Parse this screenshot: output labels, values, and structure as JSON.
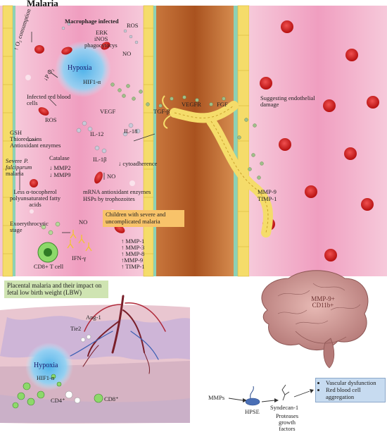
{
  "title": "Malaria",
  "top": {
    "macrophage_infected": "Macrophage infected",
    "ros_top": "ROS",
    "erk": "ERK",
    "inos": "iNOS",
    "phagocytocys": "phagocytocys",
    "no_top": "NO",
    "o2_consumption": "↑ O₂ consumption",
    "o2_down": "↓P O₂",
    "hypoxia": "Hypoxia",
    "hif1a": "HIF1-α",
    "infected_rbc": "Infected red blood cells",
    "ros_mid": "ROS",
    "gsh": "GSH",
    "thioredoxins": "Thioredoxins",
    "antioxidant_enzymes": "Antioxidant enzymes",
    "vegf": "VEGF",
    "il12": "IL-12",
    "il18": "IL-18",
    "il1b": "IL-1β",
    "tgfb": "TGF-β",
    "vegfr": "VEGFR",
    "fgf": "FGF",
    "endothelial_damage": "Suggesting endothelial damage",
    "severe_malaria_1": "Severe",
    "severe_malaria_2": "P.",
    "severe_malaria_3": "falciparum",
    "severe_malaria_4": "malaria",
    "catalase": "Catalase",
    "mmp2": "↓ MMP2",
    "mmp9_down": "↓ MMP9",
    "less_tocopherol": "Less α-tocopherol polyunsaturated fatty acids",
    "cytoadherence": "↓ cytoadherence",
    "no_mid": "NO",
    "mrna_antioxidant": "mRNA antioxidant enzymes",
    "hsps": "HSPs by trophozoites",
    "mmp9_right": "MMP-9",
    "timp1_right": "TIMP-1",
    "exoerythrocytic": "Exoerythrocytic stage",
    "no_low": "NO",
    "children_box": "Children with severe and uncomplicated malaria",
    "cd8_tcell": "CD8+ T cell",
    "ifng": "IFN-γ",
    "mmp_list": [
      "↑ MMP-1",
      "↑ MMP-3",
      "↑ MMP-8",
      "↑MMP-9",
      "↑ TIMP-1"
    ]
  },
  "bottom": {
    "placental_box": "Placental malaria and their impact on fetal low birth weight (LBW)",
    "ang1": "Ang-1",
    "tie2": "Tie2",
    "hypoxia": "Hypoxia",
    "hif1a": "HIF1-α",
    "cd4": "CD4⁺",
    "cd8": "CD8⁺",
    "brain_label_1": "MMP-9+",
    "brain_label_2": "CD11b+",
    "mmps": "MMPs",
    "hpse": "HPSE",
    "syndecan": "Syndecan-1",
    "proteases": "Proteases",
    "growth": "growth",
    "factors": "factors",
    "vasc_1": "Vascular dysfunction",
    "vasc_2": "Red blood cell aggregation"
  },
  "colors": {
    "vessel_pink": "#f3b7cf",
    "membrane_yellow": "#f5dc6a",
    "tissue_brown": "#b9622a",
    "rbc_red": "#d81e1e",
    "hypoxia_blue": "#6ec2ee",
    "orange_box": "#f8c36a",
    "green_box": "#cfe4b2",
    "blue_box": "#c7dbf0"
  }
}
